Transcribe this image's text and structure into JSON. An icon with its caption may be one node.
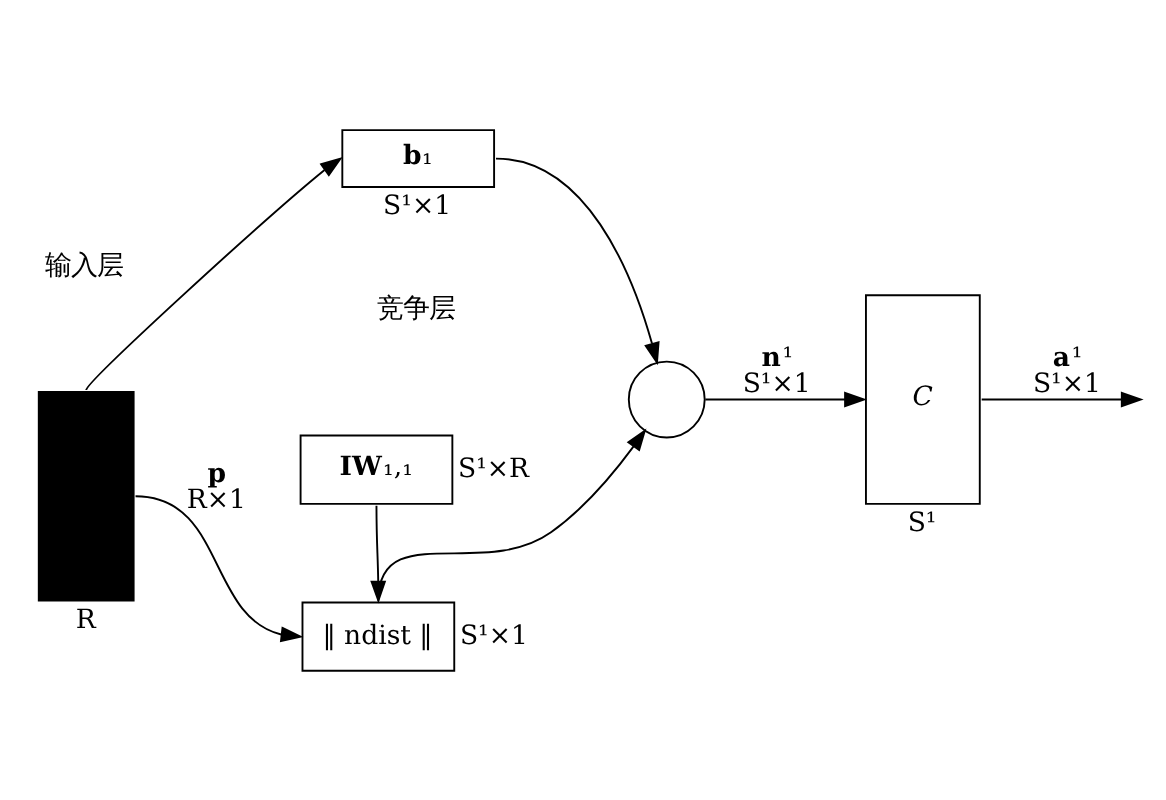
{
  "diagram": {
    "nodes": [
      {
        "text": [],
        "shape": "box",
        "beside": [
          "R"
        ]
      },
      {
        "text": [
          "**IW**₁,₁"
        ],
        "beside": [
          "S¹×R"
        ]
      },
      {
        "text": [
          "‖ ndist ‖"
        ],
        "beside": [
          "S¹×1"
        ]
      },
      {
        "text": [],
        "shape": "circle"
      },
      {
        "text": [
          "**b**₁"
        ],
        "beside": [
          "S¹×1"
        ]
      },
      {
        "text": [
          "C"
        ],
        "beside": [
          "S¹"
        ]
      }
    ],
    "edges": [
      {
        "from": 0,
        "to": 2,
        "arrow": "to",
        "label": "**p** R×1"
      },
      {
        "from": 0,
        "to": 4,
        "arrow": "to"
      },
      {
        "from": 1,
        "to": 2,
        "arrow": "to"
      },
      {
        "from": 2,
        "to": 3,
        "arrow": "to"
      },
      {
        "from": 4,
        "to": 3,
        "arrow": "to"
      },
      {
        "from": 3,
        "to": 5,
        "arrow": "to",
        "label": "**n**¹ S¹×1"
      },
      {
        "from": 5,
        "to": null,
        "arrow": "to",
        "label": "**a**¹ S¹×1"
      }
    ],
    "labels": [
      "输入层",
      "竞争层"
    ]
  }
}
